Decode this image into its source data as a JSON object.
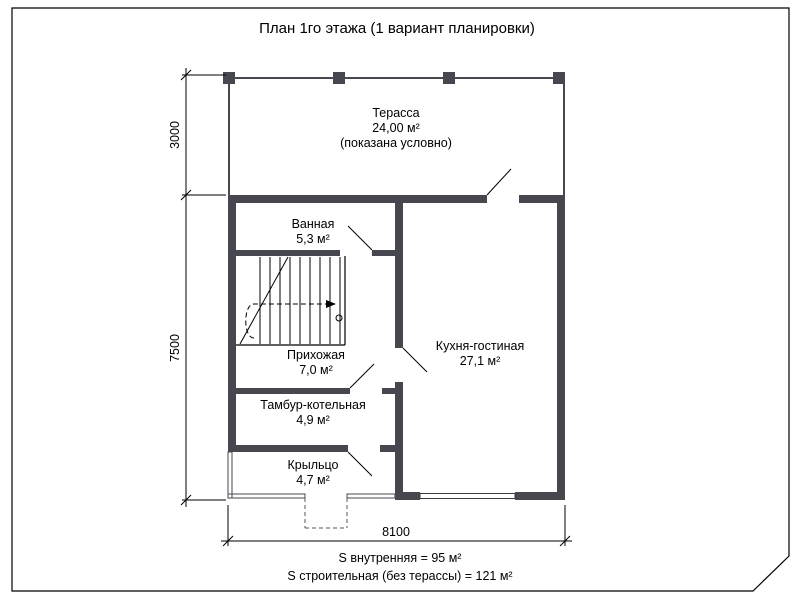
{
  "page": {
    "title": "План 1го этажа (1 вариант планировки)"
  },
  "rooms": [
    {
      "name": "Терасса",
      "area": "24,00 м²",
      "note": "(показана условно)"
    },
    {
      "name": "Ванная",
      "area": "5,3 м²"
    },
    {
      "name": "Прихожая",
      "area": "7,0 м²"
    },
    {
      "name": "Тамбур-котельная",
      "area": "4,9 м²"
    },
    {
      "name": "Крыльцо",
      "area": "4,7 м²"
    },
    {
      "name": "Кухня-гостиная",
      "area": "27,1 м²"
    }
  ],
  "dimensions": {
    "terrace_depth": "3000",
    "house_depth": "7500",
    "width": "8100"
  },
  "summary": {
    "internal_area": "S внутренняя = 95 м²",
    "construction_area": "S строительная (без терассы) = 121 м²"
  },
  "colors": {
    "wall": "#47474f"
  }
}
